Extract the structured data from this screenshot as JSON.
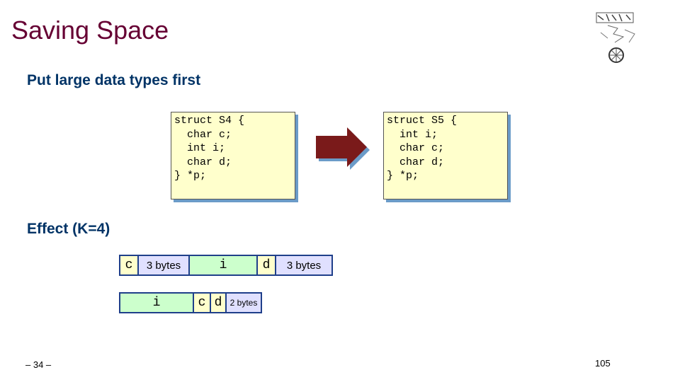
{
  "slide": {
    "title": "Saving Space",
    "bullets": [
      "Put large data types first",
      "Effect (K=4)"
    ],
    "footer_left": "– 34 –",
    "footer_right": "105"
  },
  "code_left": "struct S4 {\n  char c;\n  int i;\n  char d;\n} *p;",
  "code_right": "struct S5 {\n  int i;\n  char c;\n  char d;\n} *p;",
  "layout_s4": [
    {
      "label": "c",
      "kind": "char"
    },
    {
      "label": "3 bytes",
      "kind": "pad"
    },
    {
      "label": "i",
      "kind": "int"
    },
    {
      "label": "d",
      "kind": "char"
    },
    {
      "label": "3 bytes",
      "kind": "pad"
    }
  ],
  "layout_s5": [
    {
      "label": "i",
      "kind": "int"
    },
    {
      "label": "c",
      "kind": "char"
    },
    {
      "label": "d",
      "kind": "char"
    },
    {
      "label": "2 bytes",
      "kind": "pad"
    }
  ],
  "colors": {
    "title": "#660033",
    "bullet": "#003366",
    "arrow": "#7a1a1a",
    "code_bg": "#ffffcc",
    "cell_border": "#1f3f8a",
    "pad_bg": "#e0e0ff",
    "int_bg": "#ccffcc",
    "char_bg": "#ffffcc"
  },
  "icons": [
    "course-logo-icon",
    "right-arrow-icon"
  ]
}
